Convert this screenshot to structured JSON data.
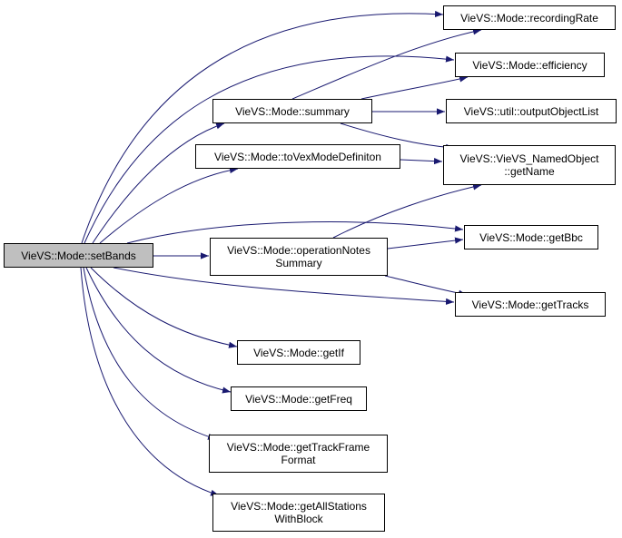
{
  "colors": {
    "edge": "#191970",
    "border": "#000000",
    "current_fill": "#bfbfbf",
    "node_fill": "#ffffff"
  },
  "nodes": {
    "setBands": {
      "lines": [
        "VieVS::Mode::setBands"
      ]
    },
    "recordingRate": {
      "lines": [
        "VieVS::Mode::recordingRate"
      ]
    },
    "efficiency": {
      "lines": [
        "VieVS::Mode::efficiency"
      ]
    },
    "summary": {
      "lines": [
        "VieVS::Mode::summary"
      ]
    },
    "outputObjectList": {
      "lines": [
        "VieVS::util::outputObjectList"
      ]
    },
    "toVexModeDefiniton": {
      "lines": [
        "VieVS::Mode::toVexModeDefiniton"
      ]
    },
    "getName": {
      "lines": [
        "VieVS::VieVS_NamedObject",
        "::getName"
      ]
    },
    "operationNotesSummary": {
      "lines": [
        "VieVS::Mode::operationNotes",
        "Summary"
      ]
    },
    "getBbc": {
      "lines": [
        "VieVS::Mode::getBbc"
      ]
    },
    "getTracks": {
      "lines": [
        "VieVS::Mode::getTracks"
      ]
    },
    "getIf": {
      "lines": [
        "VieVS::Mode::getIf"
      ]
    },
    "getFreq": {
      "lines": [
        "VieVS::Mode::getFreq"
      ]
    },
    "getTrackFrameFormat": {
      "lines": [
        "VieVS::Mode::getTrackFrame",
        "Format"
      ]
    },
    "getAllStationsWithBlock": {
      "lines": [
        "VieVS::Mode::getAllStations",
        "WithBlock"
      ]
    }
  },
  "edges": [
    [
      "setBands",
      "recordingRate"
    ],
    [
      "setBands",
      "efficiency"
    ],
    [
      "setBands",
      "summary"
    ],
    [
      "setBands",
      "toVexModeDefiniton"
    ],
    [
      "setBands",
      "getBbc"
    ],
    [
      "setBands",
      "operationNotesSummary"
    ],
    [
      "setBands",
      "getTracks"
    ],
    [
      "setBands",
      "getIf"
    ],
    [
      "setBands",
      "getFreq"
    ],
    [
      "setBands",
      "getTrackFrameFormat"
    ],
    [
      "setBands",
      "getAllStationsWithBlock"
    ],
    [
      "summary",
      "recordingRate"
    ],
    [
      "summary",
      "efficiency"
    ],
    [
      "summary",
      "outputObjectList"
    ],
    [
      "summary",
      "getName"
    ],
    [
      "toVexModeDefiniton",
      "getName"
    ],
    [
      "operationNotesSummary",
      "getName"
    ],
    [
      "operationNotesSummary",
      "getBbc"
    ],
    [
      "operationNotesSummary",
      "getTracks"
    ]
  ]
}
